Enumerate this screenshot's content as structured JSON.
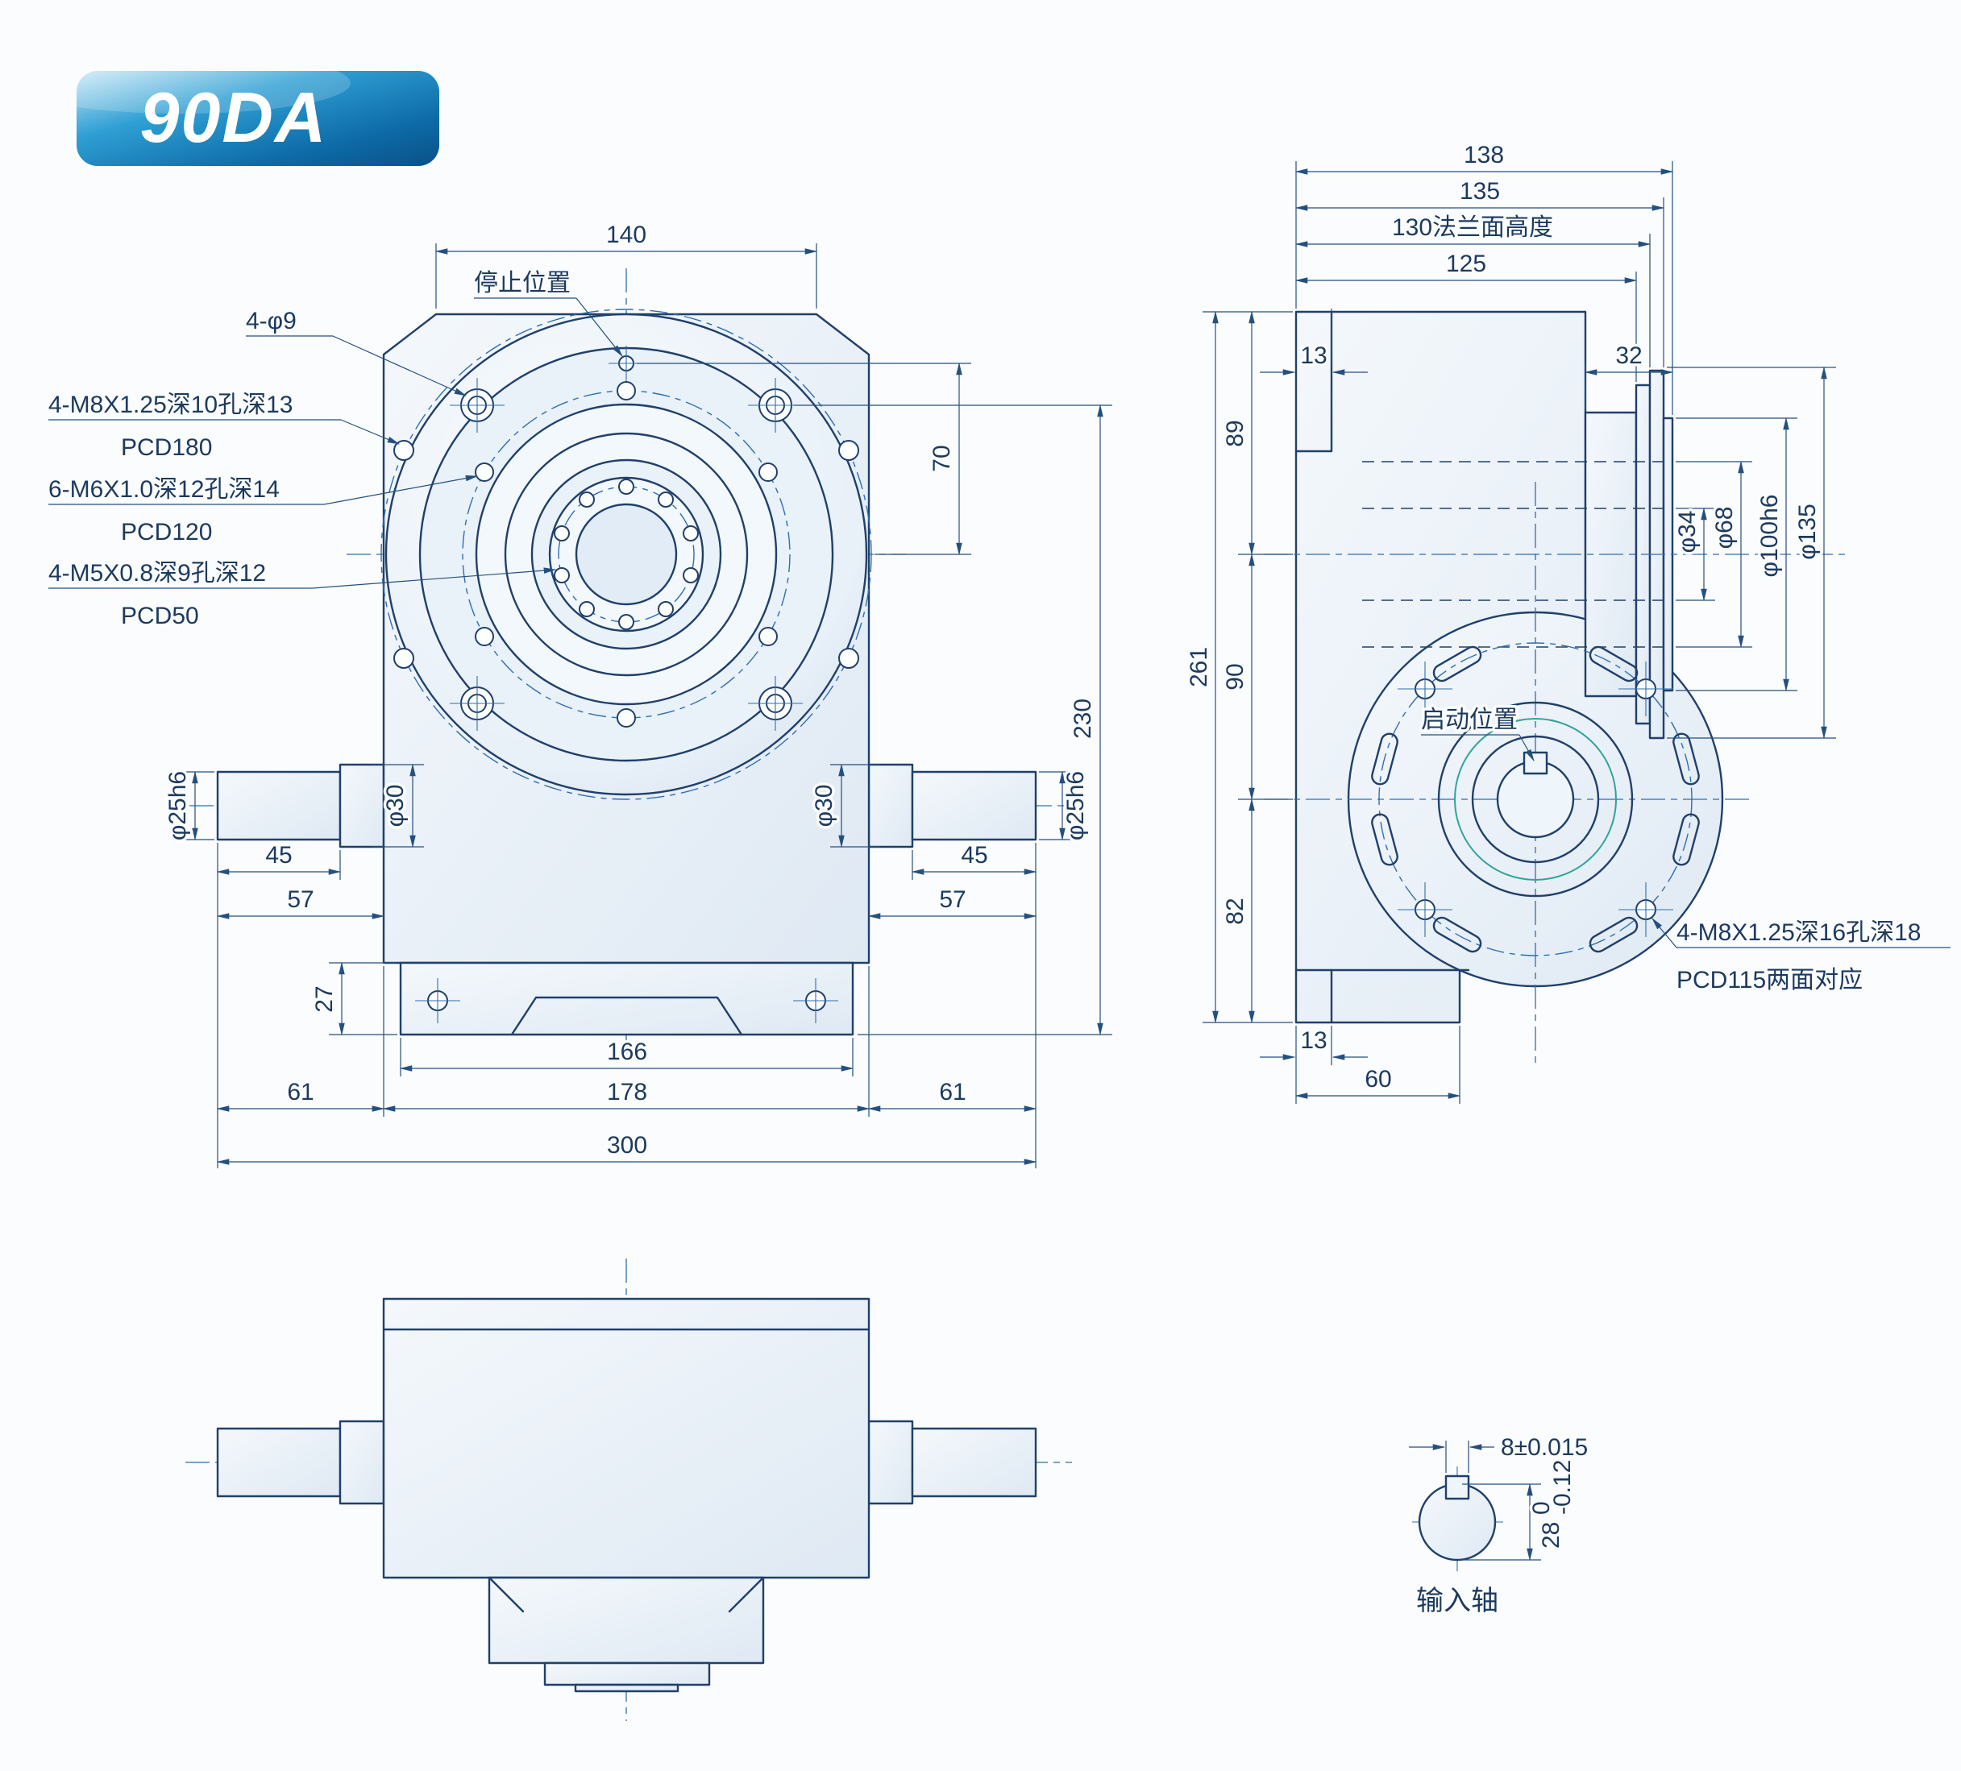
{
  "badge": {
    "model": "90DA"
  },
  "colors": {
    "object_line": "#20406b",
    "centerline": "#2e6fb0",
    "dimension": "#24507f",
    "badge_blue_dark": "#0a5188",
    "badge_blue_light": "#cdeaf8",
    "teal_accent": "#2fa39b",
    "body_fill": "#e9f1f9"
  },
  "front_view": {
    "labels": {
      "stop_position": "停止位置",
      "corner_holes": "4-φ9",
      "m8_note": "4-M8X1.25深10孔深13",
      "m8_pcd": "PCD180",
      "m6_note": "6-M6X1.0深12孔深14",
      "m6_pcd": "PCD120",
      "m5_note": "4-M5X0.8深9孔深12",
      "m5_pcd": "PCD50"
    },
    "dims": {
      "top_width": "140",
      "stop_to_center": "70",
      "hole_to_base": "230",
      "boss_dia_left": "φ30",
      "boss_dia_right": "φ30",
      "shaft_dia_left": "φ25h6",
      "shaft_dia_right": "φ25h6",
      "shaft_len_left": "45",
      "shaft_step_left": "57",
      "shaft_len_right": "45",
      "shaft_step_right": "57",
      "base_height": "27",
      "base_width": "166",
      "body_width": "178",
      "overhang_left": "61",
      "overhang_right": "61",
      "total_width": "300"
    }
  },
  "side_view": {
    "labels": {
      "start_position": "启动位置",
      "m8_note": "4-M8X1.25深16孔深18",
      "m8_pcd": "PCD115两面对应"
    },
    "dims": {
      "w138": "138",
      "w135": "135",
      "w130_flange": "130法兰面高度",
      "w125": "125",
      "rib13_top": "13",
      "flange32": "32",
      "h89": "89",
      "h90": "90",
      "h82": "82",
      "h261": "261",
      "rib13_bottom": "13",
      "foot60": "60",
      "d34": "φ34",
      "d68": "φ68",
      "d100": "φ100h6",
      "d135": "φ135"
    }
  },
  "shaft_detail": {
    "key_width": "8±0.015",
    "shaft_dia": "28",
    "tol_upper": "0",
    "tol_lower": "-0.12",
    "label": "输入轴"
  }
}
